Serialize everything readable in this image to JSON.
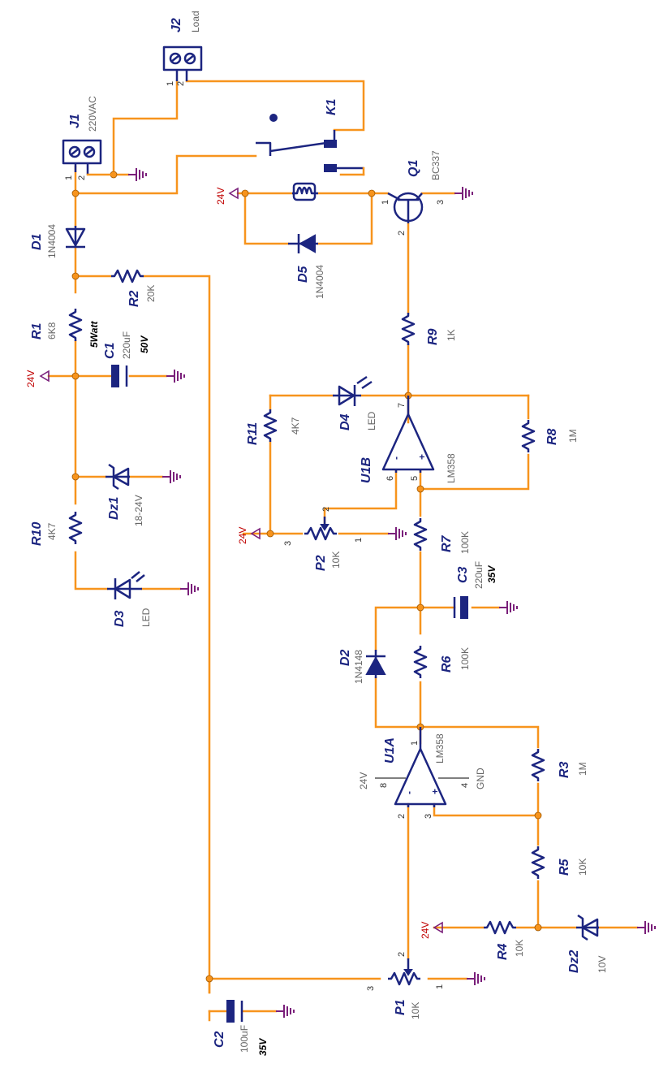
{
  "labels": {
    "J2": "J2",
    "J2v": "Load",
    "J1": "J1",
    "J1v": "220VAC",
    "K1": "K1",
    "Q1": "Q1",
    "Q1v": "BC337",
    "D1": "D1",
    "D1v": "1N4004",
    "R2": "R2",
    "R2v": "20K",
    "R1": "R1",
    "R1v": "6K8",
    "R1w": "5Watt",
    "C1": "C1",
    "C1v": "220uF",
    "C1w": "50V",
    "D5": "D5",
    "D5v": "1N4004",
    "R9": "R9",
    "R9v": "1K",
    "D4": "D4",
    "D4v": "LED",
    "R11": "R11",
    "R11v": "4K7",
    "U1B": "U1B",
    "U1Bv": "LM358",
    "R8": "R8",
    "R8v": "1M",
    "Dz1": "Dz1",
    "Dz1v": "18-24V",
    "R10": "R10",
    "R10v": "4K7",
    "P2": "P2",
    "P2v": "10K",
    "R7": "R7",
    "R7v": "100K",
    "C3": "C3",
    "C3v": "220uF",
    "C3w": "35V",
    "D3": "D3",
    "D3v": "LED",
    "D2": "D2",
    "D2v": "1N4148",
    "R6": "R6",
    "R6v": "100K",
    "U1A": "U1A",
    "U1Av": "LM358",
    "R3": "R3",
    "R3v": "1M",
    "R5": "R5",
    "R5v": "10K",
    "R4": "R4",
    "R4v": "10K",
    "Dz2": "Dz2",
    "Dz2v": "10V",
    "P1": "P1",
    "P1v": "10K",
    "C2": "C2",
    "C2v": "100uF",
    "C2w": "35V"
  },
  "nets": {
    "v24": "24V",
    "gnd": "GND"
  },
  "pins": {
    "one": "1",
    "two": "2",
    "three": "3",
    "four": "4",
    "five": "5",
    "six": "6",
    "seven": "7",
    "eight": "8"
  },
  "opamp_signs": {
    "minus": "-",
    "plus": "+"
  }
}
